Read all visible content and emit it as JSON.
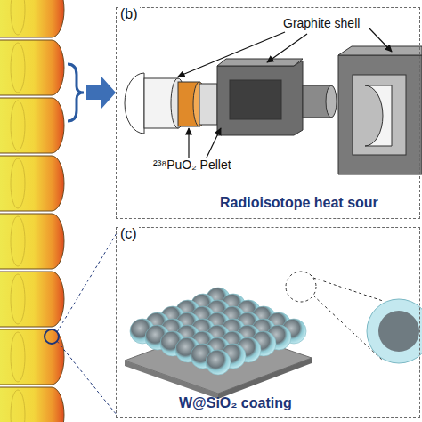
{
  "diagram": {
    "nodes": [
      {
        "text": [
          "(b)",
          "Radioisotope heat sour"
        ]
      },
      {
        "text": [
          "(c)",
          "W@SiO₂ coating"
        ]
      }
    ],
    "labels": [
      "Graphite shell",
      "²³⁸PuO₂ Pellet"
    ]
  }
}
